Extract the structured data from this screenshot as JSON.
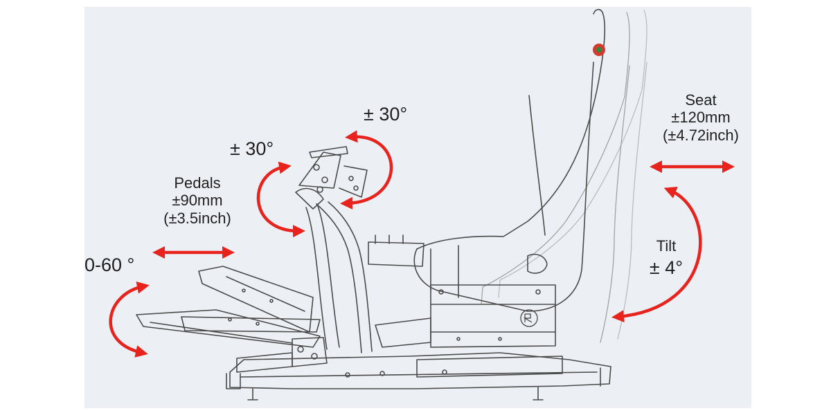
{
  "labels": {
    "pedal_tilt": {
      "angle": "0-60 °"
    },
    "pedals": {
      "title": "Pedals",
      "mm": "±90mm",
      "inch": "(±3.5inch)"
    },
    "wheel_rotate": {
      "angle": "± 30°"
    },
    "wheel_tilt": {
      "angle": "± 30°"
    },
    "seat": {
      "title": "Seat",
      "mm": "±120mm",
      "inch": "(±4.72inch)"
    },
    "tilt": {
      "title": "Tilt",
      "angle": "± 4°"
    }
  },
  "colors": {
    "arrow": "#e8231d",
    "line_art": "#4a4a4a",
    "panel_bg": "#eceff3"
  },
  "icons": {
    "logo": "rs-logo"
  }
}
